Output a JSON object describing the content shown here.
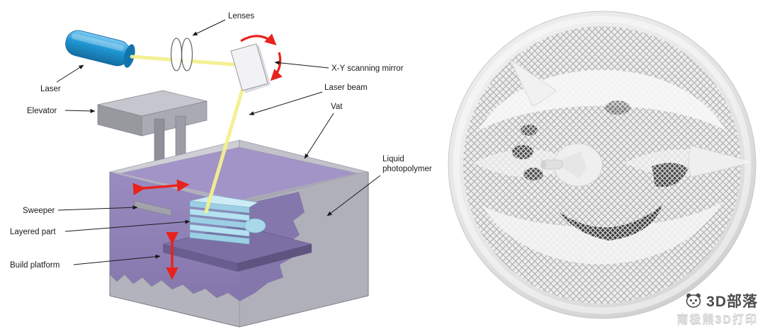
{
  "diagram": {
    "labels": {
      "lenses": "Lenses",
      "laser": "Laser",
      "elevator": "Elevator",
      "xy_mirror": "X-Y scanning mirror",
      "laser_beam": "Laser beam",
      "vat": "Vat",
      "liquid_line1": "Liquid",
      "liquid_line2": "photopolymer",
      "sweeper": "Sweeper",
      "layered_part": "Layered part",
      "build_platform": "Build platform"
    }
  },
  "photo": {
    "description": "3D printed white lattice turbine-like part"
  },
  "watermark": {
    "brand": "3D部落",
    "subbrand": "南极熊3D打印"
  },
  "colors": {
    "laser-blue": "#1f97d4",
    "beam-yellow": "#f3ef8e",
    "arrow-red": "#e8231c",
    "vat-gray": "#b9b9c2",
    "liquid-purple": "#a294c6",
    "part-blue": "#b5e2f0",
    "label-ink": "#1a1a1a"
  }
}
